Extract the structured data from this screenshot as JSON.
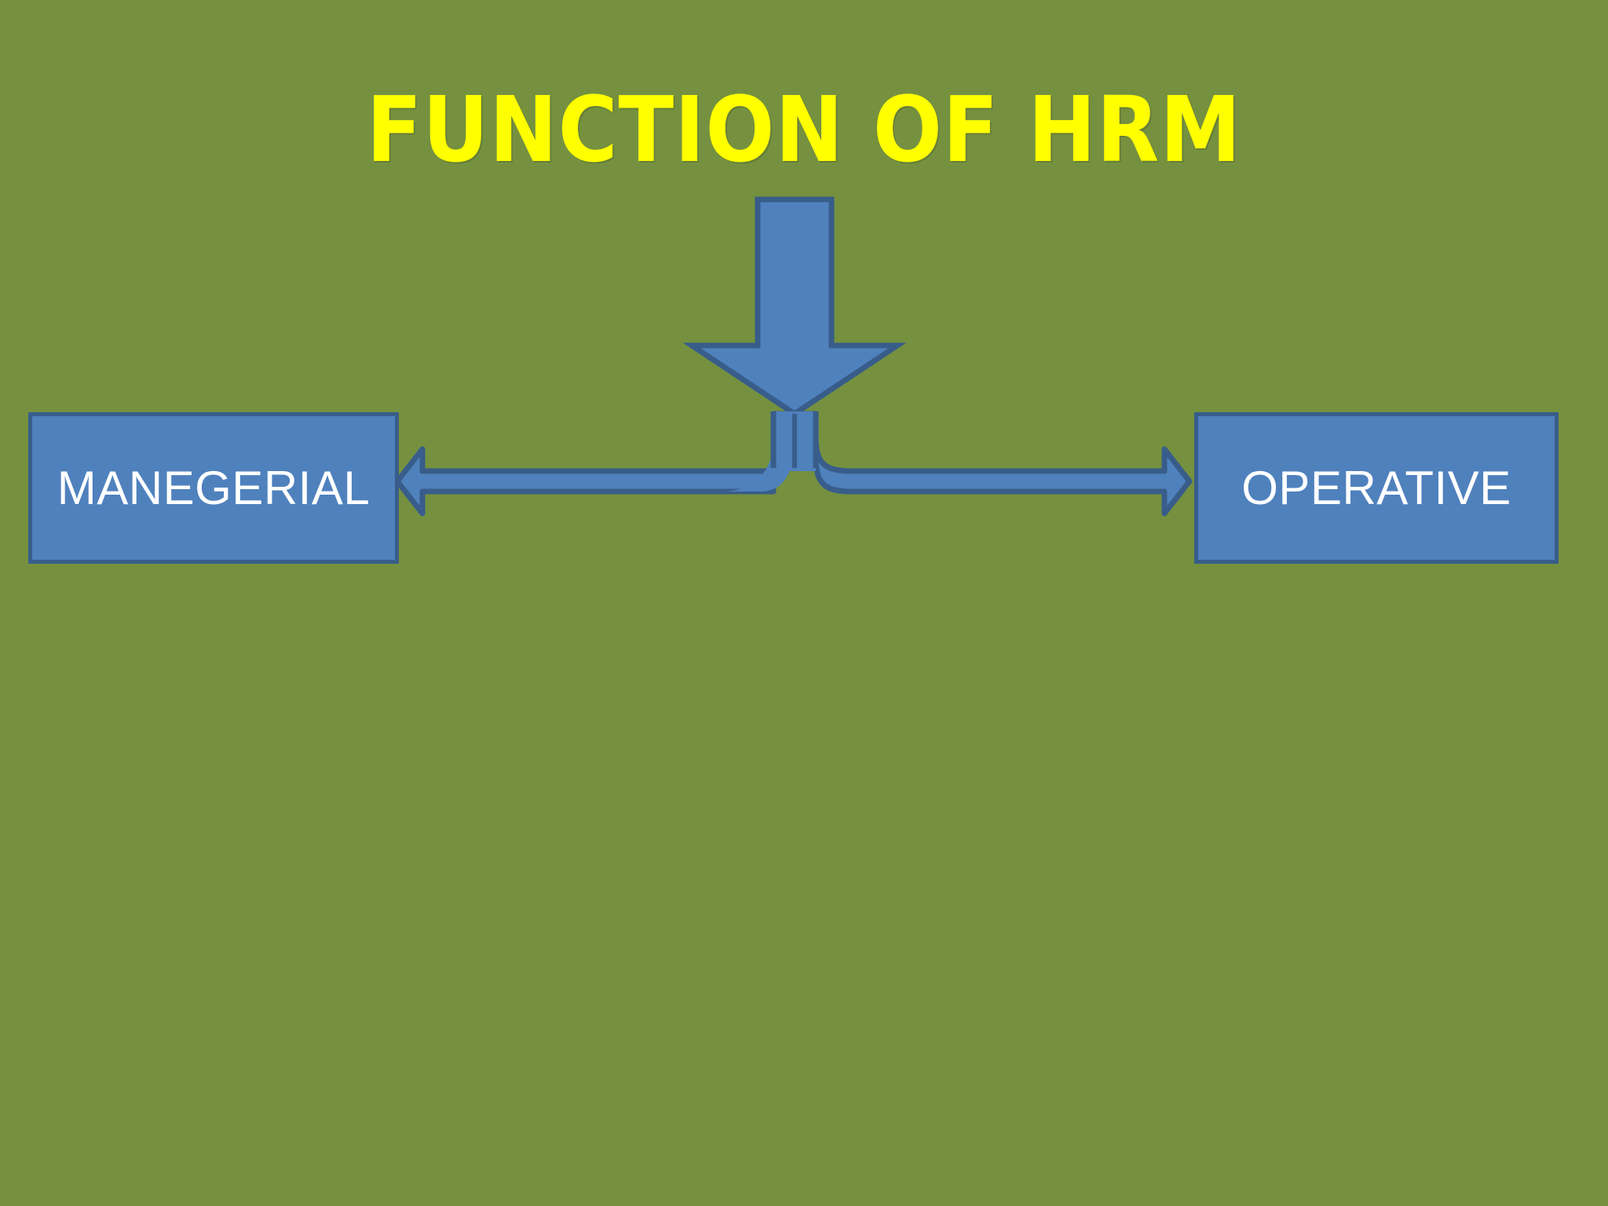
{
  "slide": {
    "title": "FUNCTION OF HRM",
    "background_color": "#75913F",
    "title_color": "#FFFF00"
  },
  "diagram": {
    "type": "hierarchy",
    "shape_fill_color": "#4F81BD",
    "shape_border_color": "#385D8A",
    "shape_text_color": "#FFFFFF",
    "nodes": [
      {
        "id": "managerial",
        "label": "MANEGERIAL"
      },
      {
        "id": "operative",
        "label": "OPERATIVE"
      }
    ],
    "connectors": [
      {
        "id": "inflow-arrow",
        "name": "down-arrow",
        "direction": "down"
      },
      {
        "id": "split-left",
        "name": "elbow-arrow-left",
        "direction": "left",
        "target": "managerial"
      },
      {
        "id": "split-right",
        "name": "elbow-arrow-right",
        "direction": "right",
        "target": "operative"
      }
    ]
  }
}
